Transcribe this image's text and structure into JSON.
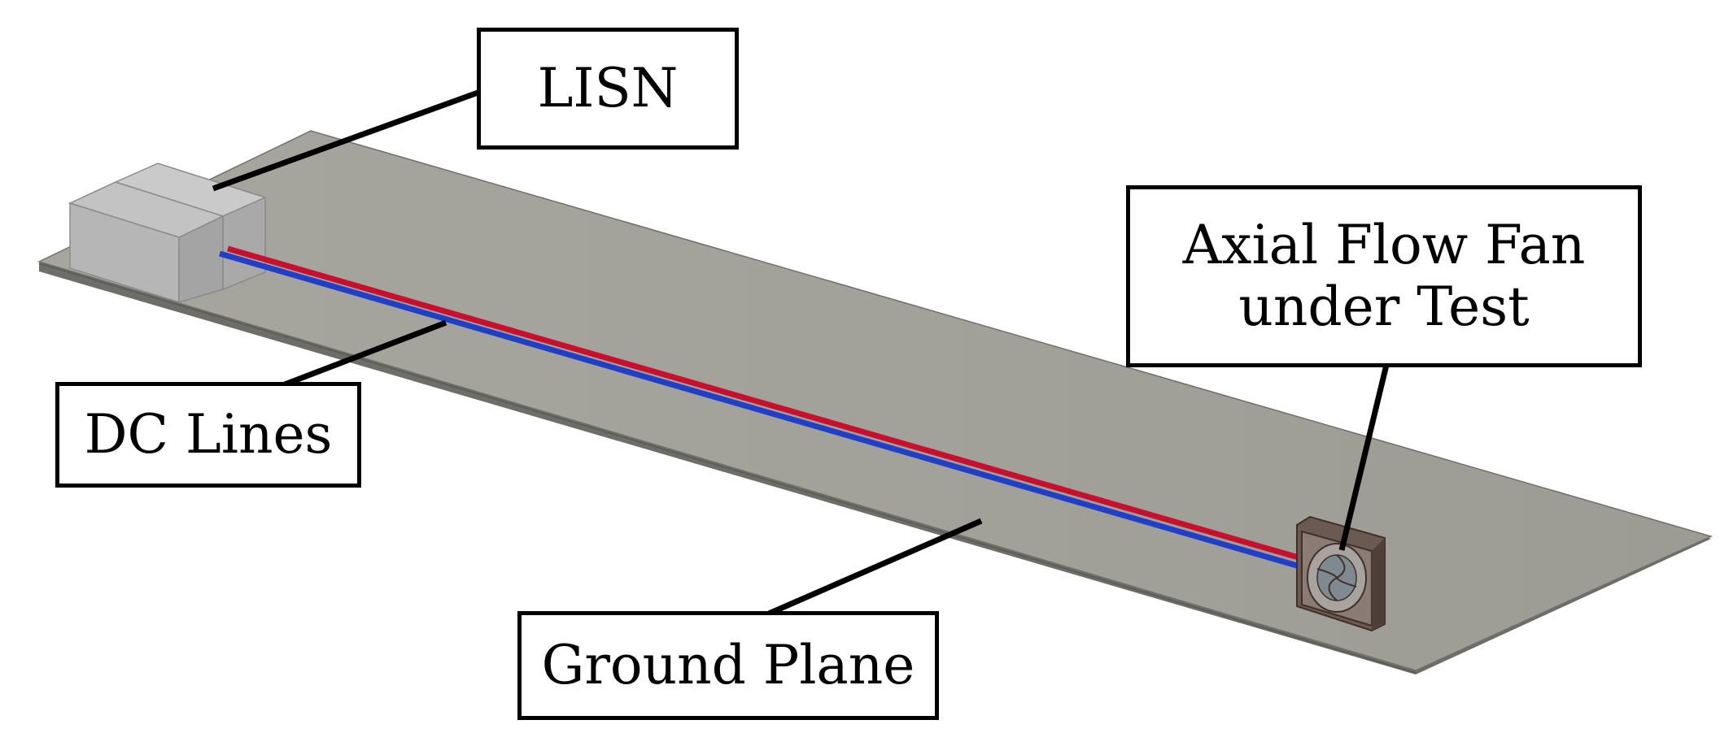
{
  "labels": {
    "lisn": "LISN",
    "dc_lines": "DC Lines",
    "fan_line1": "Axial Flow Fan",
    "fan_line2": "under Test",
    "ground_plane": "Ground Plane"
  },
  "components": {
    "ground_plane": "ground-plane",
    "lisn": "lisn-box",
    "dc_lines": "dc-lines",
    "fan": "axial-flow-fan"
  },
  "colors": {
    "plane_fill": "#a2a29a",
    "plane_edge": "#6e6e68",
    "box_fill": "#b9b9b9",
    "box_side": "#a8a8a8",
    "wire_red": "#c8102e",
    "wire_blue": "#1f3fc8",
    "leader": "#000000",
    "fan_frame": "#5a4a44"
  }
}
